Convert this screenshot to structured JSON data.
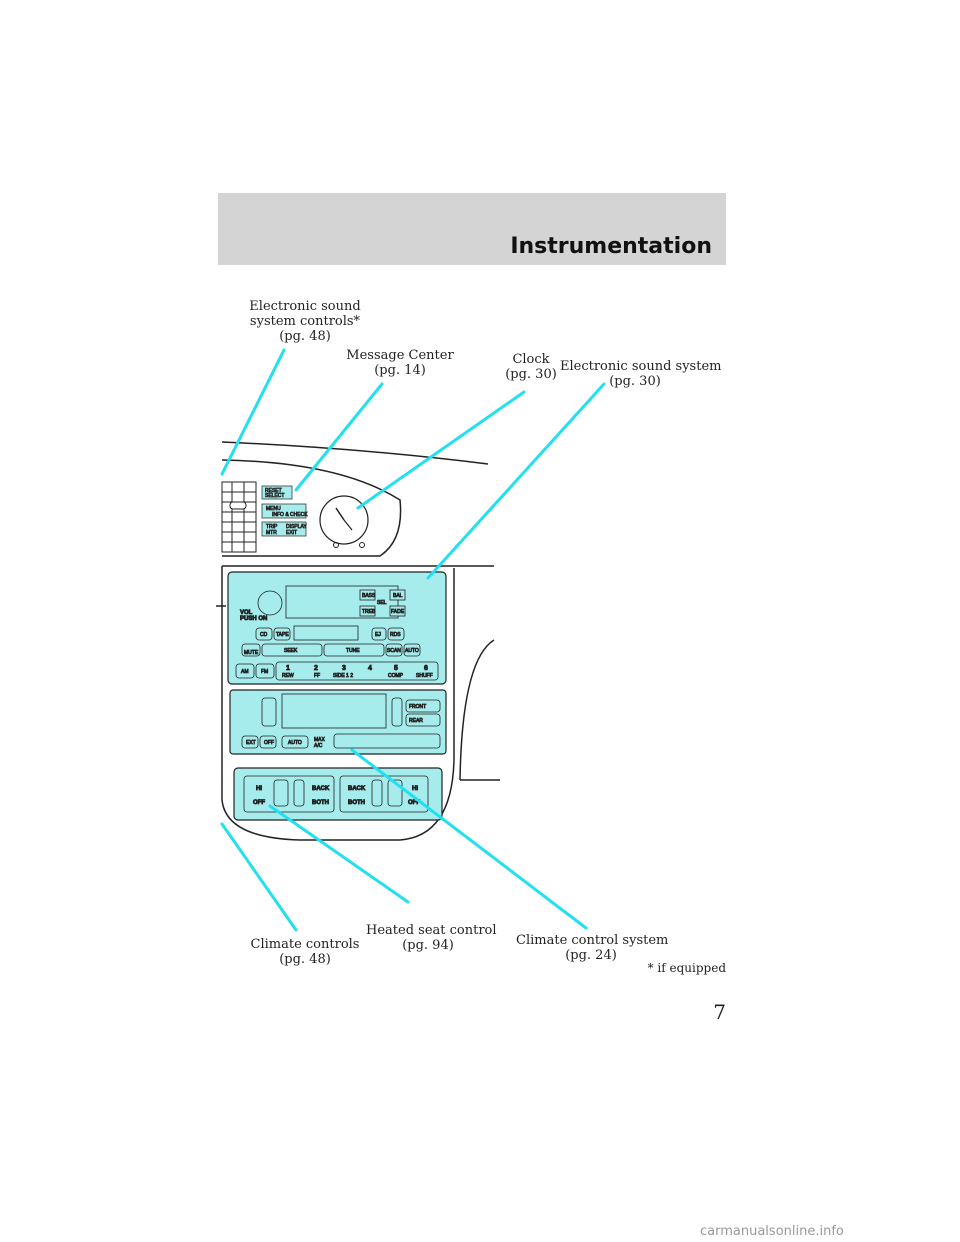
{
  "header": {
    "title": "Instrumentation"
  },
  "callouts": {
    "sound_controls": {
      "line1": "Electronic sound",
      "line2": "system controls*",
      "line3": "(pg. 48)"
    },
    "message_center": {
      "line1": "Message Center",
      "line2": "(pg. 14)"
    },
    "clock": {
      "line1": "Clock",
      "line2": "(pg. 30)"
    },
    "sound_system": {
      "line1": "Electronic sound system",
      "line2": "(pg. 30)"
    },
    "climate_controls": {
      "line1": "Climate controls",
      "line2": "(pg. 48)"
    },
    "heated_seat": {
      "line1": "Heated seat control",
      "line2": "(pg. 94)"
    },
    "climate_system": {
      "line1": "Climate control system",
      "line2": "(pg. 24)"
    }
  },
  "footnote": "* if equipped",
  "page_number": "7",
  "watermark": "carmanualsonline.info",
  "panel": {
    "message_center": [
      "RESET",
      "SELECT",
      "MENU",
      "INFO & CHECK",
      "TRIP",
      "DISPLAY",
      "MTR",
      "EXIT"
    ],
    "radio": {
      "vol": "VOL",
      "push_on": "PUSH ON",
      "bass": "BASS",
      "treb": "TREB",
      "sel": "SEL",
      "bal": "BAL",
      "fade": "FADE",
      "cd": "CD",
      "tape": "TAPE",
      "ej": "EJ",
      "rds": "RDS",
      "mute": "MUTE",
      "seek": "SEEK",
      "tune": "TUNE",
      "scan": "SCAN",
      "auto": "AUTO",
      "am": "AM",
      "fm": "FM",
      "presets": [
        {
          "num": "1",
          "sub": "REW"
        },
        {
          "num": "2",
          "sub": "FF"
        },
        {
          "num": "3",
          "sub": "SIDE 1 2"
        },
        {
          "num": "4",
          "sub": ""
        },
        {
          "num": "5",
          "sub": "COMP"
        },
        {
          "num": "6",
          "sub": "SHUFF"
        }
      ]
    },
    "climate": {
      "front": "FRONT",
      "rear": "REAR",
      "ext": "EXT",
      "off": "OFF",
      "auto": "AUTO",
      "max_ac_1": "MAX",
      "max_ac_2": "A/C"
    },
    "seats": {
      "hi": "HI",
      "off": "OFF",
      "back": "BACK",
      "both": "BOTH"
    }
  },
  "colors": {
    "panel_fill": "#a6ecec",
    "callout_line": "#22e0f0",
    "header_bg": "#d4d4d4"
  }
}
